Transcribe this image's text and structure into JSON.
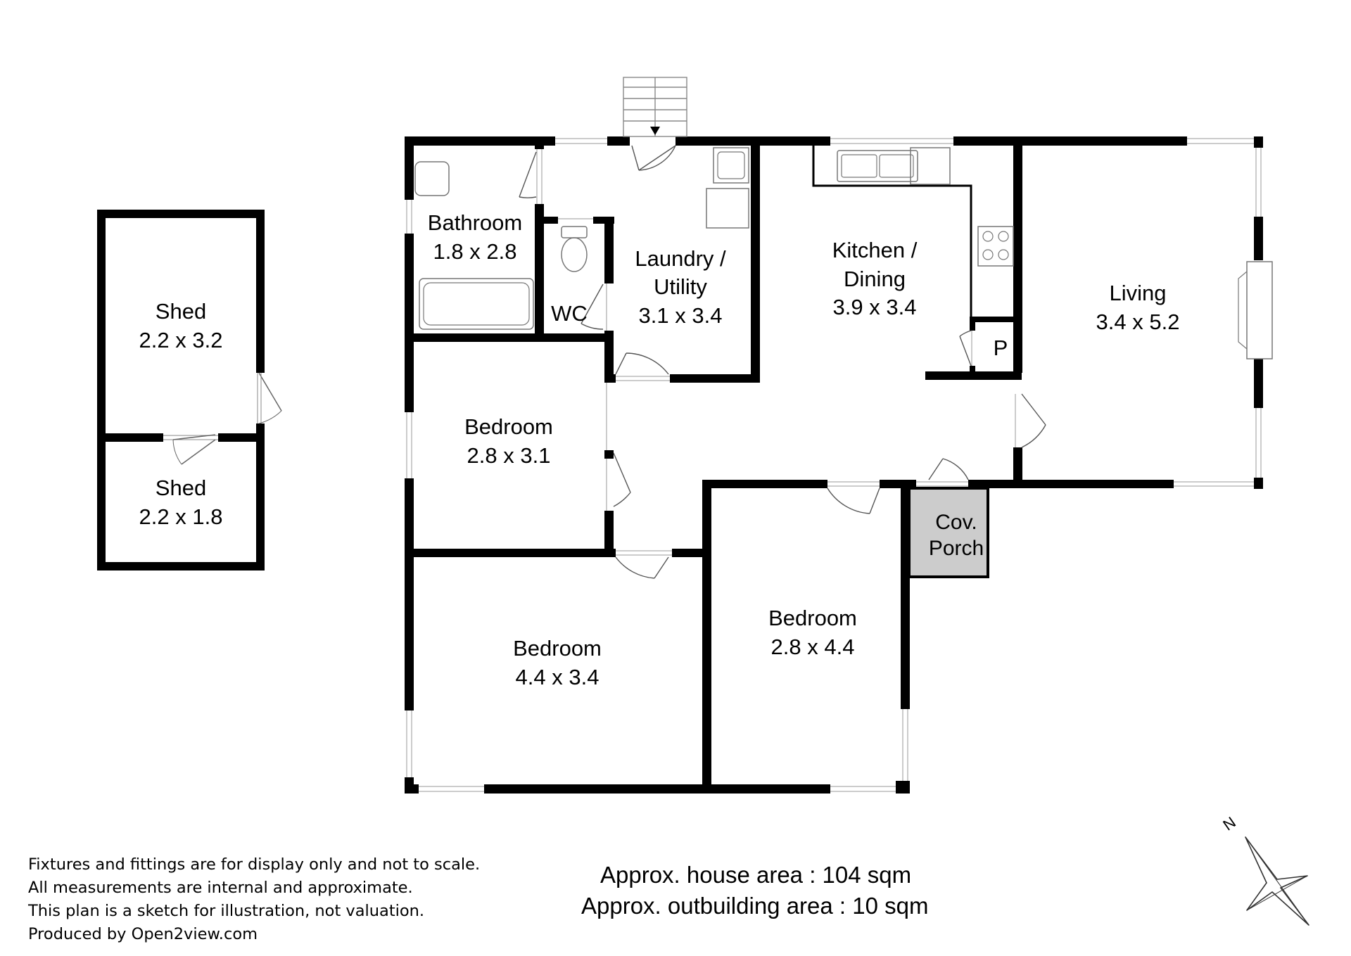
{
  "rooms": {
    "shed_large": {
      "name": "Shed",
      "size": "2.2 x 3.2"
    },
    "shed_small": {
      "name": "Shed",
      "size": "2.2 x 1.8"
    },
    "bathroom": {
      "name": "Bathroom",
      "size": "1.8 x 2.8"
    },
    "wc": {
      "name": "WC"
    },
    "laundry": {
      "name_line1": "Laundry /",
      "name_line2": "Utility",
      "size": "3.1 x 3.4"
    },
    "kitchen": {
      "name_line1": "Kitchen /",
      "name_line2": "Dining",
      "size": "3.9 x 3.4"
    },
    "pantry": {
      "name": "P"
    },
    "living": {
      "name": "Living",
      "size": "3.4 x 5.2"
    },
    "bedroom_1": {
      "name": "Bedroom",
      "size": "2.8 x 3.1"
    },
    "bedroom_2": {
      "name": "Bedroom",
      "size": "4.4 x 3.4"
    },
    "bedroom_3": {
      "name": "Bedroom",
      "size": "2.8 x 4.4"
    },
    "porch": {
      "name_line1": "Cov.",
      "name_line2": "Porch"
    }
  },
  "compass": {
    "label": "N"
  },
  "disclaimer": [
    "Fixtures and fittings are for display only and not to scale.",
    "All measurements are internal and approximate.",
    "This plan is a sketch for illustration, not valuation.",
    "Produced by Open2view.com"
  ],
  "area": {
    "house": "Approx. house area : 104 sqm",
    "outbuilding": "Approx. outbuilding area : 10 sqm"
  },
  "colors": {
    "wall": "#000000",
    "porch_fill": "#cccccc",
    "window": "#9a9a9a"
  }
}
